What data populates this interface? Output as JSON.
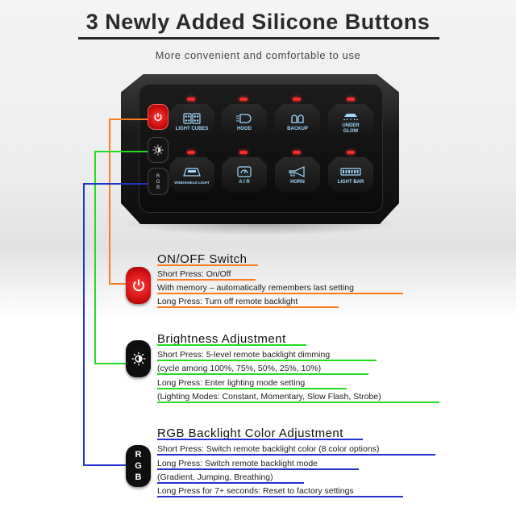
{
  "header": {
    "title": "3 Newly Added Silicone Buttons",
    "subtitle": "More convenient and comfortable to use"
  },
  "device": {
    "side_buttons": [
      {
        "name": "power",
        "icon": "power-icon"
      },
      {
        "name": "brightness",
        "icon": "brightness-icon"
      },
      {
        "name": "rgb",
        "label_lines": [
          "R",
          "G",
          "B"
        ]
      }
    ],
    "pads": [
      {
        "label": "LIGHT CUBES",
        "icon": "light-cubes-icon"
      },
      {
        "label": "HOOD",
        "icon": "hood-icon"
      },
      {
        "label": "BACKUP",
        "icon": "backup-icon"
      },
      {
        "label": "UNDER\nGLOW",
        "icon": "under-glow-icon"
      },
      {
        "label": "WINDSHIELD-LIGHT",
        "icon": "windshield-light-icon"
      },
      {
        "label": "A I R",
        "icon": "air-icon"
      },
      {
        "label": "HORN",
        "icon": "horn-icon"
      },
      {
        "label": "LIGHT BAR",
        "icon": "light-bar-icon"
      }
    ]
  },
  "sections": {
    "onoff": {
      "title": "ON/OFF Switch",
      "lines": [
        "Short Press: On/Off",
        "With memory – automatically remembers last setting",
        "Long Press: Turn off remote backlight"
      ],
      "color": "#ff7a1a"
    },
    "brightness": {
      "title": "Brightness Adjustment",
      "lines": [
        "Short Press: 5-level remote backlight dimming",
        "(cycle among 100%, 75%, 50%, 25%, 10%)",
        "Long Press: Enter lighting mode setting",
        "(Lighting Modes: Constant, Momentary, Slow Flash, Strobe)"
      ],
      "color": "#22dd22"
    },
    "rgb": {
      "title": "RGB Backlight Color Adjustment",
      "lines": [
        "Short Press: Switch remote backlight color (8 color options)",
        "Long Press: Switch remote backlight mode",
        "(Gradient, Jumping, Breathing)",
        "Long Press for 7+ seconds: Reset to factory settings"
      ],
      "label_lines": [
        "R",
        "G",
        "B"
      ],
      "color": "#2233cc"
    }
  }
}
